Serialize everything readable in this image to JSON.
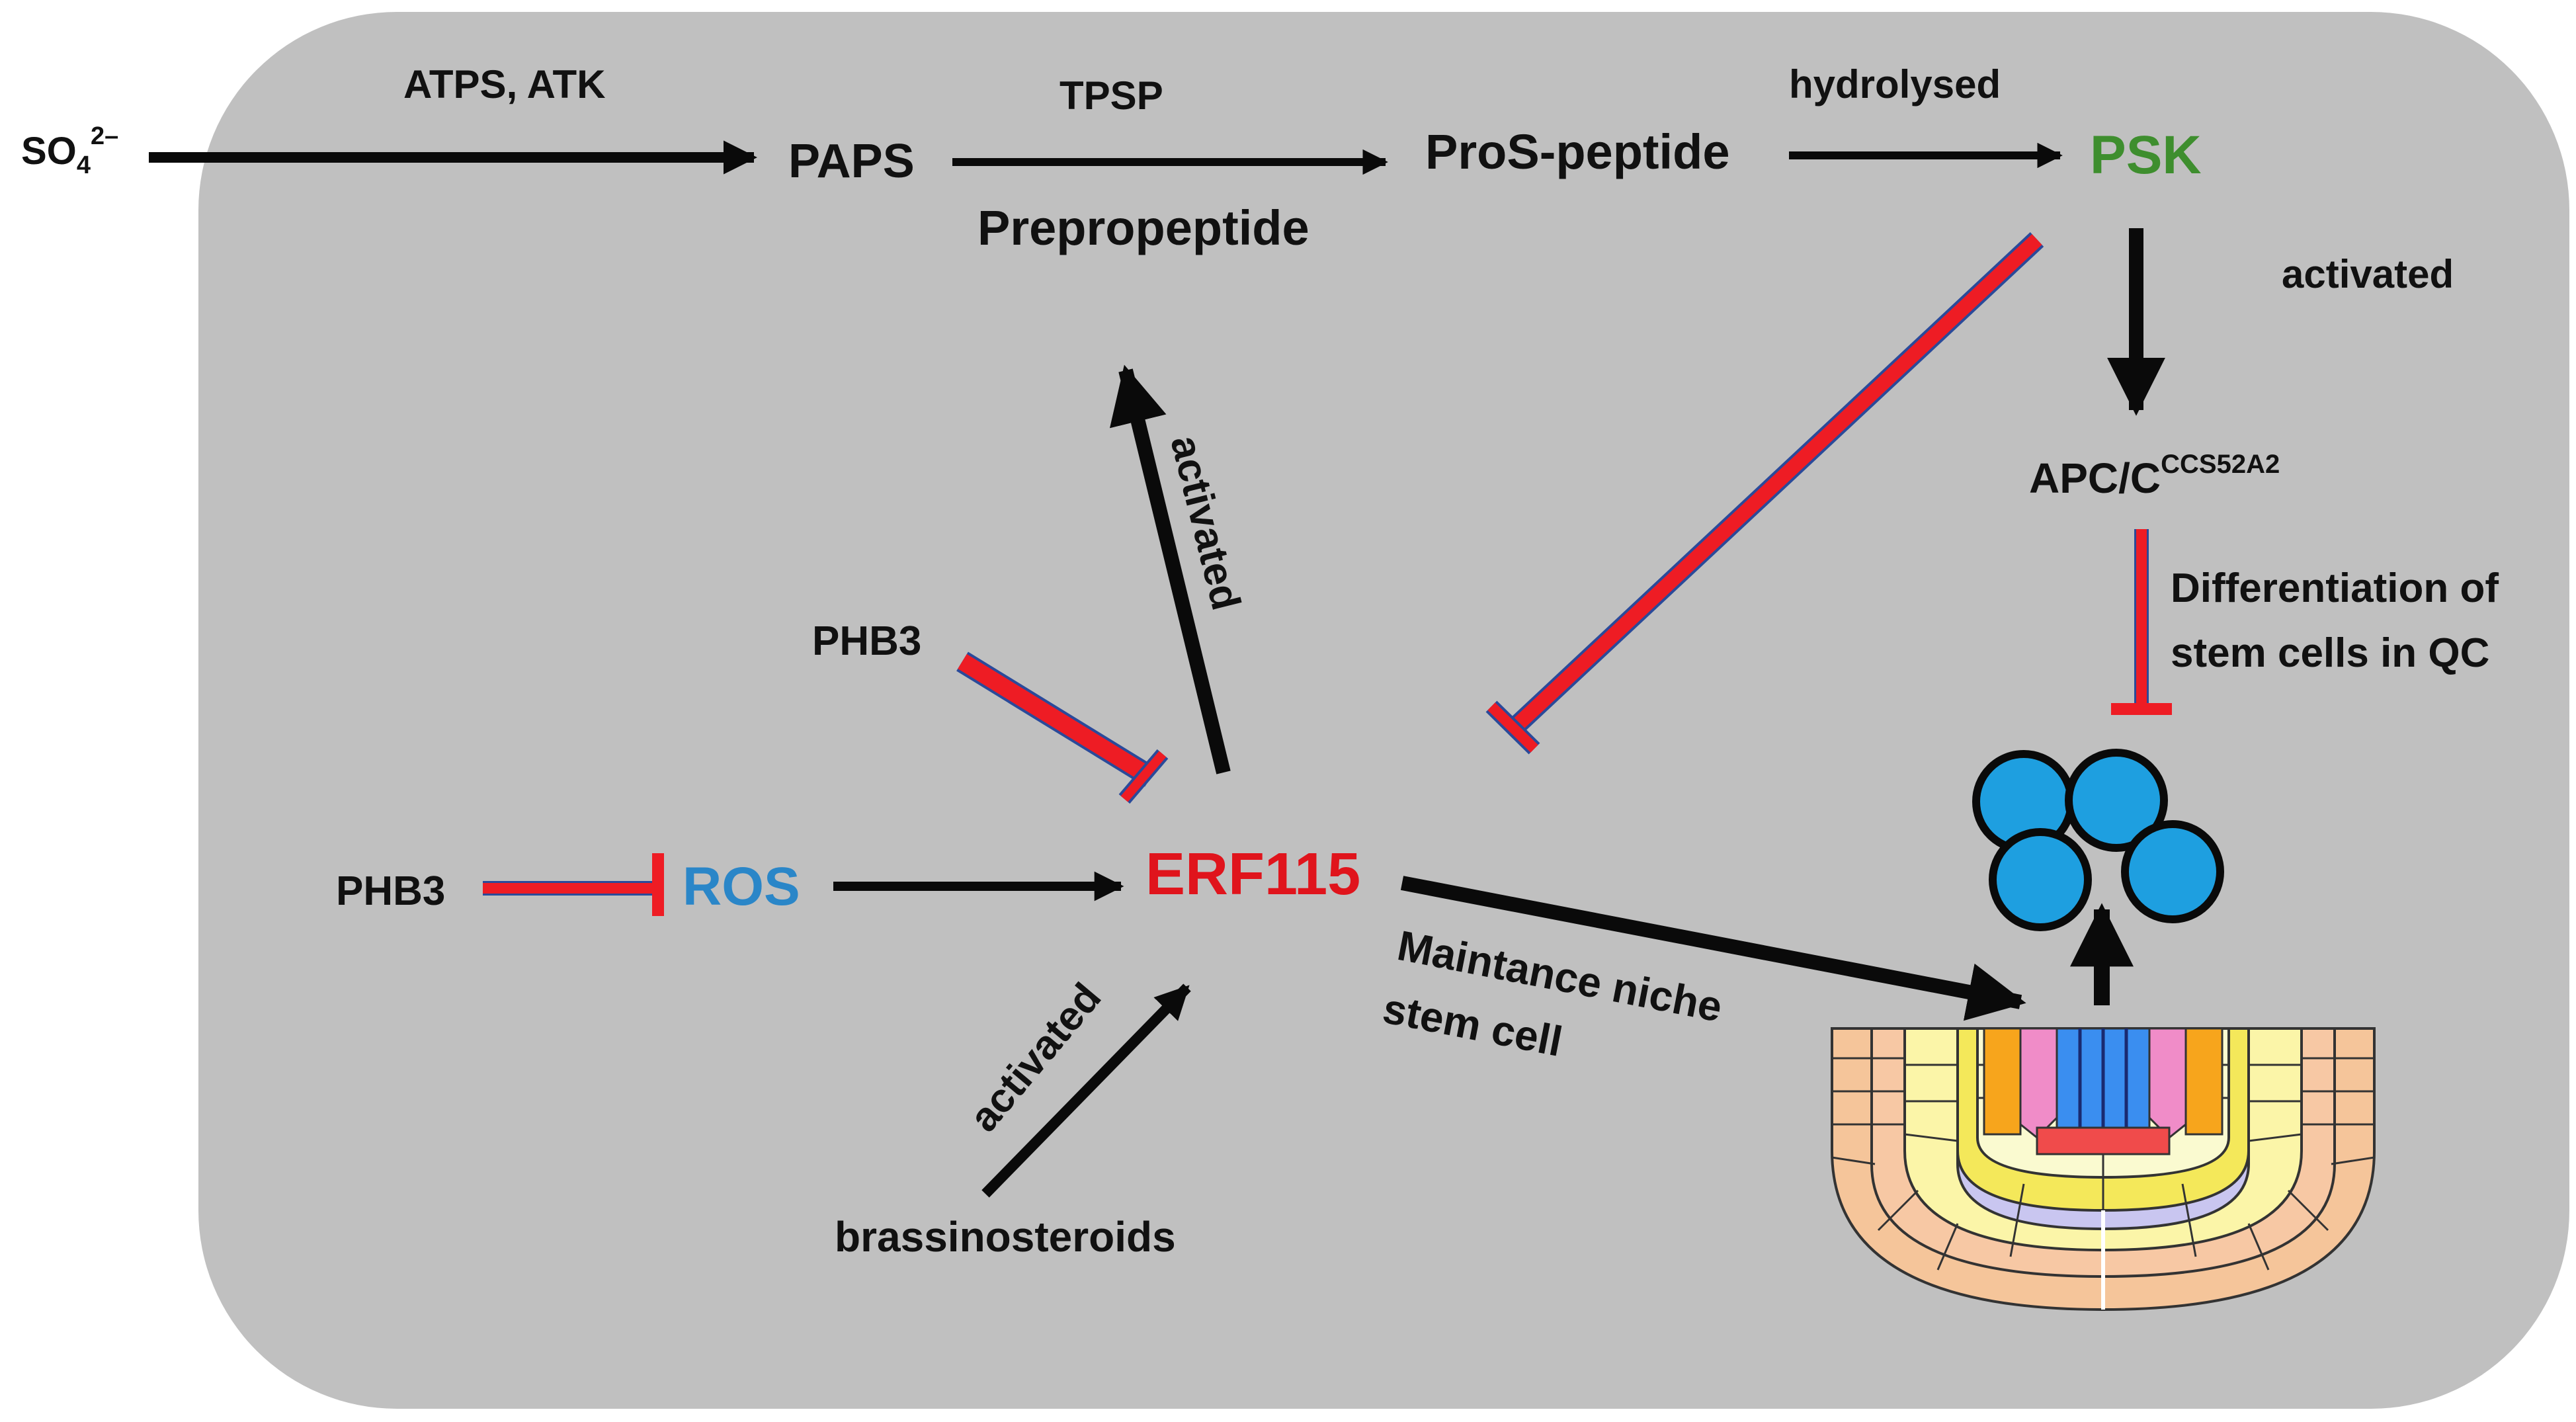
{
  "colors": {
    "background_panel": "#c0c0c0",
    "activation_arrow": "#0a0a0a",
    "inhibition_bar": "#ee1c24",
    "psk_green": "#3e8e2e",
    "ros_blue": "#2a86c8",
    "erf115_red": "#e0141c",
    "stem_cell_blue": "#1e9fe0"
  },
  "nodes": {
    "so4": "SO",
    "so4_sub": "4",
    "so4_sup": "2–",
    "paps": "PAPS",
    "prepropeptide": "Prepropeptide",
    "pros_peptide": "ProS-peptide",
    "psk": "PSK",
    "apc": "APC/C",
    "apc_sup": "CCS52A2",
    "phb3_top": "PHB3",
    "phb3_left": "PHB3",
    "ros": "ROS",
    "erf115": "ERF115",
    "brassinosteroids": "brassinosteroids"
  },
  "edge_labels": {
    "atps_atk": "ATPS, ATK",
    "tpsp": "TPSP",
    "hydrolysed": "hydrolysed",
    "psk_activated": "activated",
    "erf_activated": "activated",
    "brass_activated": "activated",
    "differentiation_line1": "Differentiation of",
    "differentiation_line2": "stem cells in QC",
    "maintenance_line1": "Maintance niche",
    "maintenance_line2": "stem cell"
  }
}
